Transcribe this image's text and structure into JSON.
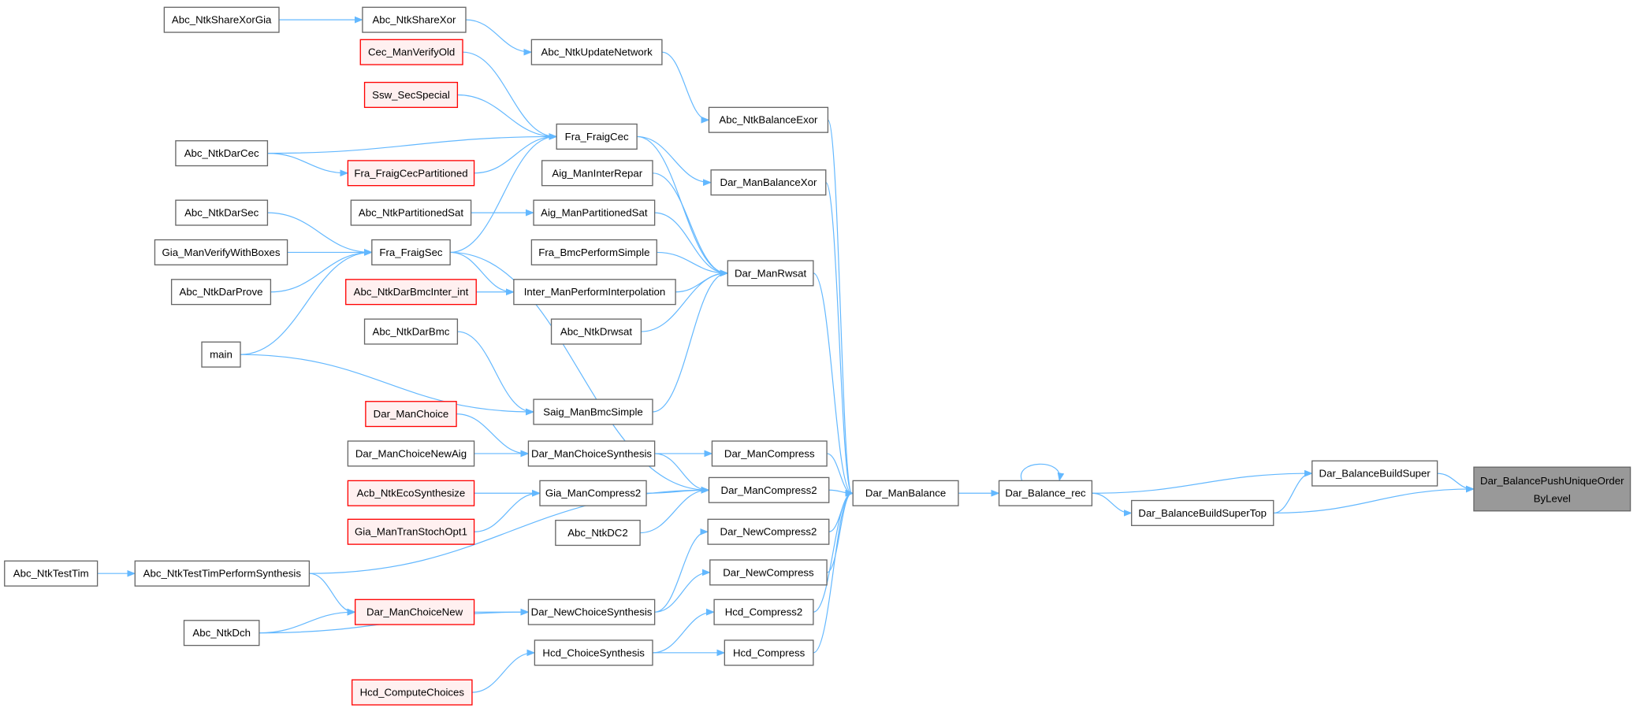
{
  "title": "Dar_BalancePushUniqueOrderByLevel caller graph",
  "colors": {
    "edge": "#63b8ff",
    "node_border": "#666666",
    "red_border": "#ff0000",
    "red_fill": "#fff0f0",
    "focus_fill": "#999999"
  },
  "nodes": {
    "shareXorGia": {
      "label": "Abc_NtkShareXorGia"
    },
    "shareXor": {
      "label": "Abc_NtkShareXor"
    },
    "cecVerifyOld": {
      "label": "Cec_ManVerifyOld",
      "truncated": true
    },
    "updateNetwork": {
      "label": "Abc_NtkUpdateNetwork"
    },
    "sswSecSpecial": {
      "label": "Ssw_SecSpecial",
      "truncated": true
    },
    "balanceExor": {
      "label": "Abc_NtkBalanceExor"
    },
    "fraigCec": {
      "label": "Fra_FraigCec"
    },
    "ntkDarCec": {
      "label": "Abc_NtkDarCec"
    },
    "fraigCecPart": {
      "label": "Fra_FraigCecPartitioned",
      "truncated": true
    },
    "manBalanceXor": {
      "label": "Dar_ManBalanceXor"
    },
    "interRepar": {
      "label": "Aig_ManInterRepar"
    },
    "ntkDarSec": {
      "label": "Abc_NtkDarSec"
    },
    "ntkPartSat": {
      "label": "Abc_NtkPartitionedSat"
    },
    "aigPartSat": {
      "label": "Aig_ManPartitionedSat"
    },
    "verifyBoxes": {
      "label": "Gia_ManVerifyWithBoxes"
    },
    "fraigSec": {
      "label": "Fra_FraigSec"
    },
    "bmcPerfSimple": {
      "label": "Fra_BmcPerformSimple"
    },
    "manRwsat": {
      "label": "Dar_ManRwsat"
    },
    "ntkDarProve": {
      "label": "Abc_NtkDarProve"
    },
    "bmcInterInt": {
      "label": "Abc_NtkDarBmcInter_int",
      "truncated": true
    },
    "interPerf": {
      "label": "Inter_ManPerformInterpolation"
    },
    "ntkDrwsat": {
      "label": "Abc_NtkDrwsat"
    },
    "ntkDarBmc": {
      "label": "Abc_NtkDarBmc"
    },
    "main": {
      "label": "main"
    },
    "saigBmcSimple": {
      "label": "Saig_ManBmcSimple"
    },
    "manChoice": {
      "label": "Dar_ManChoice",
      "truncated": true
    },
    "choiceNewAig": {
      "label": "Dar_ManChoiceNewAig"
    },
    "choiceSynth": {
      "label": "Dar_ManChoiceSynthesis"
    },
    "manCompress": {
      "label": "Dar_ManCompress"
    },
    "acbEco": {
      "label": "Acb_NtkEcoSynthesize",
      "truncated": true
    },
    "giaCompress2": {
      "label": "Gia_ManCompress2"
    },
    "manCompress2": {
      "label": "Dar_ManCompress2"
    },
    "manBalance": {
      "label": "Dar_ManBalance"
    },
    "balanceRec": {
      "label": "Dar_Balance_rec"
    },
    "buildSuper": {
      "label": "Dar_BalanceBuildSuper"
    },
    "pushUnique": {
      "label": "Dar_BalancePushUniqueOrder",
      "label2": "ByLevel",
      "focus": true
    },
    "buildSuperTop": {
      "label": "Dar_BalanceBuildSuperTop"
    },
    "tranStoch": {
      "label": "Gia_ManTranStochOpt1",
      "truncated": true
    },
    "ntkDC2": {
      "label": "Abc_NtkDC2"
    },
    "newCompress2": {
      "label": "Dar_NewCompress2"
    },
    "testTim": {
      "label": "Abc_NtkTestTim"
    },
    "testTimPerf": {
      "label": "Abc_NtkTestTimPerformSynthesis"
    },
    "newCompress": {
      "label": "Dar_NewCompress"
    },
    "choiceNew": {
      "label": "Dar_ManChoiceNew",
      "truncated": true
    },
    "newChoiceSynth": {
      "label": "Dar_NewChoiceSynthesis"
    },
    "hcdCompress2": {
      "label": "Hcd_Compress2"
    },
    "ntkDch": {
      "label": "Abc_NtkDch"
    },
    "hcdChoiceSynth": {
      "label": "Hcd_ChoiceSynthesis"
    },
    "hcdCompress": {
      "label": "Hcd_Compress"
    },
    "hcdComputeChoices": {
      "label": "Hcd_ComputeChoices",
      "truncated": true
    }
  },
  "edges": [
    [
      "shareXorGia",
      "shareXor"
    ],
    [
      "shareXor",
      "updateNetwork"
    ],
    [
      "updateNetwork",
      "balanceExor"
    ],
    [
      "balanceExor",
      "manBalance"
    ],
    [
      "cecVerifyOld",
      "fraigCec"
    ],
    [
      "sswSecSpecial",
      "fraigCec"
    ],
    [
      "ntkDarCec",
      "fraigCec"
    ],
    [
      "ntkDarCec",
      "fraigCecPart"
    ],
    [
      "fraigCecPart",
      "fraigCec"
    ],
    [
      "fraigSec",
      "fraigCec"
    ],
    [
      "fraigCec",
      "manBalanceXor"
    ],
    [
      "fraigCec",
      "manRwsat"
    ],
    [
      "manBalanceXor",
      "manBalance"
    ],
    [
      "interRepar",
      "manRwsat"
    ],
    [
      "ntkPartSat",
      "aigPartSat"
    ],
    [
      "aigPartSat",
      "manRwsat"
    ],
    [
      "bmcPerfSimple",
      "manRwsat"
    ],
    [
      "interPerf",
      "manRwsat"
    ],
    [
      "ntkDrwsat",
      "manRwsat"
    ],
    [
      "saigBmcSimple",
      "manRwsat"
    ],
    [
      "manRwsat",
      "manBalance"
    ],
    [
      "ntkDarSec",
      "fraigSec"
    ],
    [
      "verifyBoxes",
      "fraigSec"
    ],
    [
      "ntkDarProve",
      "fraigSec"
    ],
    [
      "main",
      "fraigSec"
    ],
    [
      "main",
      "saigBmcSimple"
    ],
    [
      "ntkDarBmc",
      "saigBmcSimple"
    ],
    [
      "fraigSec",
      "interPerf"
    ],
    [
      "bmcInterInt",
      "interPerf"
    ],
    [
      "fraigSec",
      "manCompress2"
    ],
    [
      "manChoice",
      "choiceSynth"
    ],
    [
      "choiceNewAig",
      "choiceSynth"
    ],
    [
      "choiceSynth",
      "manCompress"
    ],
    [
      "choiceSynth",
      "manCompress2"
    ],
    [
      "manCompress",
      "manBalance"
    ],
    [
      "acbEco",
      "giaCompress2"
    ],
    [
      "tranStoch",
      "giaCompress2"
    ],
    [
      "giaCompress2",
      "manCompress2"
    ],
    [
      "ntkDC2",
      "manCompress2"
    ],
    [
      "testTimPerf",
      "manCompress2"
    ],
    [
      "manCompress2",
      "manBalance"
    ],
    [
      "testTim",
      "testTimPerf"
    ],
    [
      "testTimPerf",
      "choiceNew"
    ],
    [
      "ntkDch",
      "choiceNew"
    ],
    [
      "ntkDch",
      "newChoiceSynth"
    ],
    [
      "choiceNew",
      "newChoiceSynth"
    ],
    [
      "newChoiceSynth",
      "newCompress2"
    ],
    [
      "newChoiceSynth",
      "newCompress"
    ],
    [
      "newCompress2",
      "manBalance"
    ],
    [
      "newCompress",
      "manBalance"
    ],
    [
      "hcdChoiceSynth",
      "hcdCompress2"
    ],
    [
      "hcdChoiceSynth",
      "hcdCompress"
    ],
    [
      "hcdComputeChoices",
      "hcdChoiceSynth"
    ],
    [
      "hcdCompress2",
      "manBalance"
    ],
    [
      "hcdCompress",
      "manBalance"
    ],
    [
      "manBalance",
      "balanceRec"
    ],
    [
      "balanceRec",
      "balanceRec"
    ],
    [
      "balanceRec",
      "buildSuper"
    ],
    [
      "balanceRec",
      "buildSuperTop"
    ],
    [
      "buildSuperTop",
      "buildSuper"
    ],
    [
      "buildSuper",
      "pushUnique"
    ],
    [
      "buildSuperTop",
      "pushUnique"
    ]
  ]
}
